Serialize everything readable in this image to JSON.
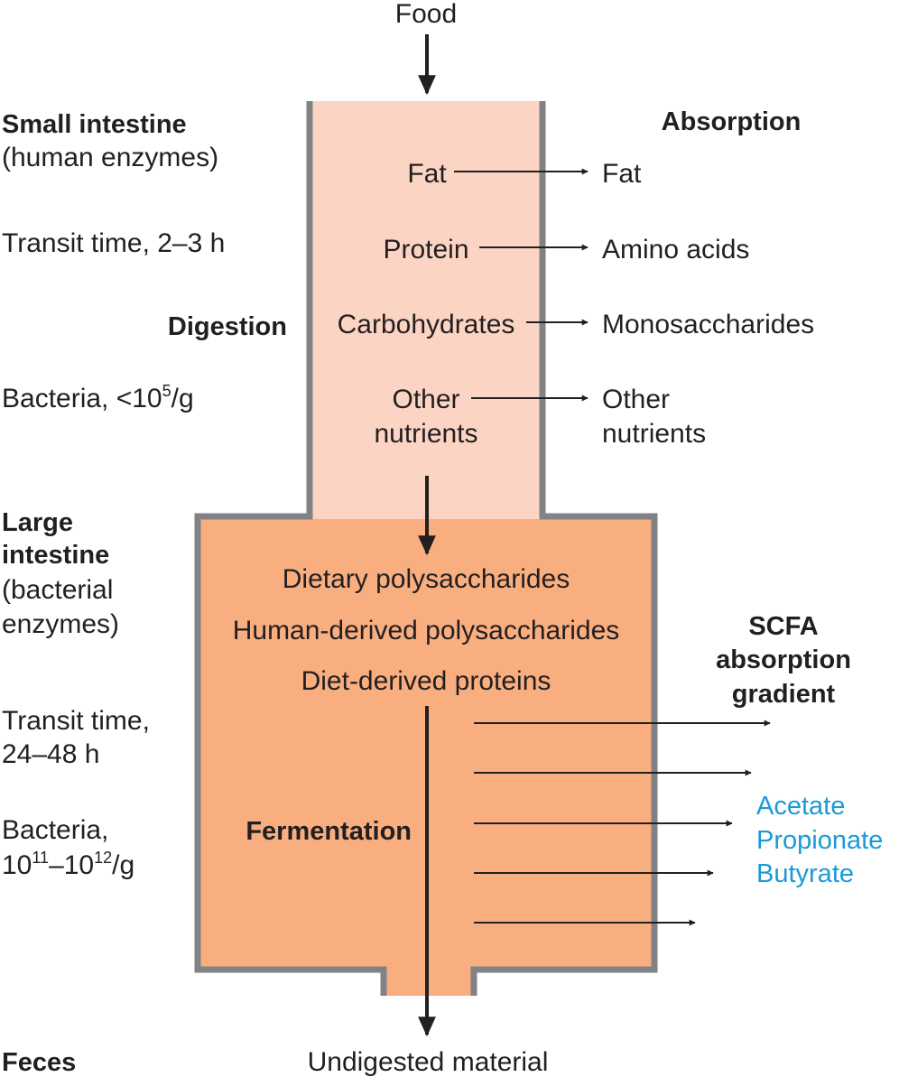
{
  "input": {
    "food": "Food"
  },
  "small_intestine": {
    "title": "Small intestine",
    "subtitle": "(human enzymes)",
    "transit": "Transit time, 2–3 h",
    "process": "Digestion",
    "bacteria": {
      "prefix": "Bacteria, <10",
      "exp": "5",
      "suffix": "/g"
    }
  },
  "absorption": {
    "title": "Absorption",
    "rows": [
      {
        "from": "Fat",
        "to": "Fat"
      },
      {
        "from": "Protein",
        "to": "Amino acids"
      },
      {
        "from": "Carbohydrates",
        "to": "Monosaccharides"
      },
      {
        "from_lines": [
          "Other",
          "nutrients"
        ],
        "to_lines": [
          "Other",
          "nutrients"
        ]
      }
    ]
  },
  "large_intestine": {
    "title_lines": [
      "Large",
      "intestine"
    ],
    "subtitle_lines": [
      "(bacterial",
      "enzymes)"
    ],
    "transit_lines": [
      "Transit time,",
      "24–48 h"
    ],
    "bacteria": {
      "line1": "Bacteria,",
      "base1": "10",
      "exp1": "11",
      "dash": "–10",
      "exp2": "12",
      "suffix": "/g"
    },
    "substrates": [
      "Dietary polysaccharides",
      "Human-derived polysaccharides",
      "Diet-derived proteins"
    ],
    "process": "Fermentation"
  },
  "scfa": {
    "title_lines": [
      "SCFA",
      "absorption",
      "gradient"
    ],
    "acids": [
      "Acetate",
      "Propionate",
      "Butyrate"
    ]
  },
  "output": {
    "label": "Feces",
    "material": "Undigested material"
  },
  "colors": {
    "small_intestine_fill": "#fcd4c4",
    "large_intestine_fill": "#f9ae80",
    "wall": "#808285",
    "scfa_text": "#1a9ad6",
    "arrow": "#231f20"
  }
}
